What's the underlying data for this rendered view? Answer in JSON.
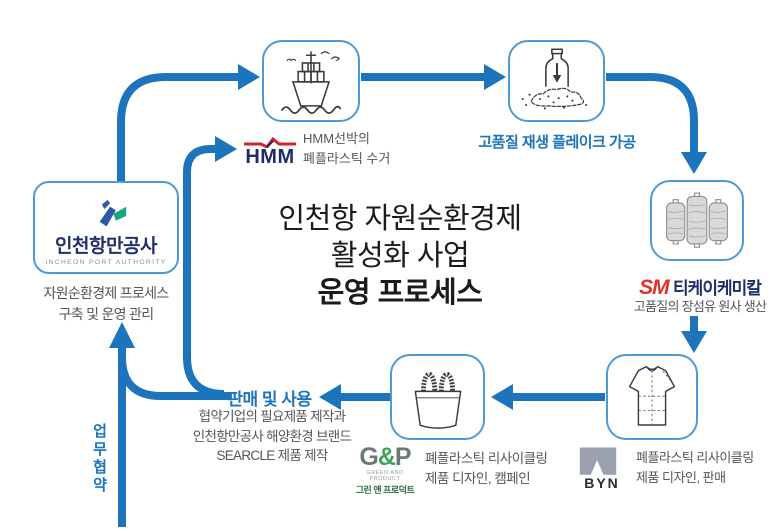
{
  "title": {
    "line1": "인천항 자원순환경제",
    "line2": "활성화 사업",
    "line3": "운영 프로세스"
  },
  "colors": {
    "arrow_blue": "#1C75BC",
    "box_border_blue": "#4D9BD5",
    "accent_text_blue": "#1C75BC",
    "navy": "#1E2D69",
    "logo_red": "#E23128",
    "logo_green": "#3FA45A",
    "gray_text": "#54565A"
  },
  "icons": {
    "ship": "container-ship-icon",
    "flake": "bottle-to-flakes-icon",
    "yarn": "yarn-spools-icon",
    "tshirt": "tshirt-icon",
    "bag": "tote-bag-icon",
    "ipa": "incheon-port-authority-logo"
  },
  "ipa": {
    "logo_title": "인천항만공사",
    "logo_subtitle": "INCHEON PORT AUTHORITY",
    "desc_line1": "자원순환경제 프로세스",
    "desc_line2": "구축 및 운영 관리"
  },
  "collection": {
    "logo": "HMM",
    "desc_line1": "HMM선박의",
    "desc_line2": "폐플라스틱 수거"
  },
  "flake": {
    "caption": "고품질 재생 플레이크 가공"
  },
  "yarn": {
    "logo_sm": "SM",
    "logo_name": "티케이케미칼",
    "desc": "고품질의 장섬유 원사 생산"
  },
  "byn": {
    "logo": "BYN",
    "desc_line1": "폐플라스틱 리사이클링",
    "desc_line2": "제품 디자인, 판매"
  },
  "gnp": {
    "logo": "G&P",
    "logo_sub1": "GREEN AND PRODUCT",
    "logo_sub2": "그린 앤 프로덕트",
    "desc_line1": "폐플라스틱 리사이클링",
    "desc_line2": "제품 디자인, 캠페인"
  },
  "sale": {
    "label": "판매 및 사용",
    "desc_line1": "협약기업의 필요제품 제작과",
    "desc_line2": "인천항만공사 해양환경 브랜드",
    "desc_line3": "SEARCLE 제품 제작"
  },
  "mou": {
    "chars": [
      "업",
      "무",
      "협",
      "약"
    ]
  }
}
